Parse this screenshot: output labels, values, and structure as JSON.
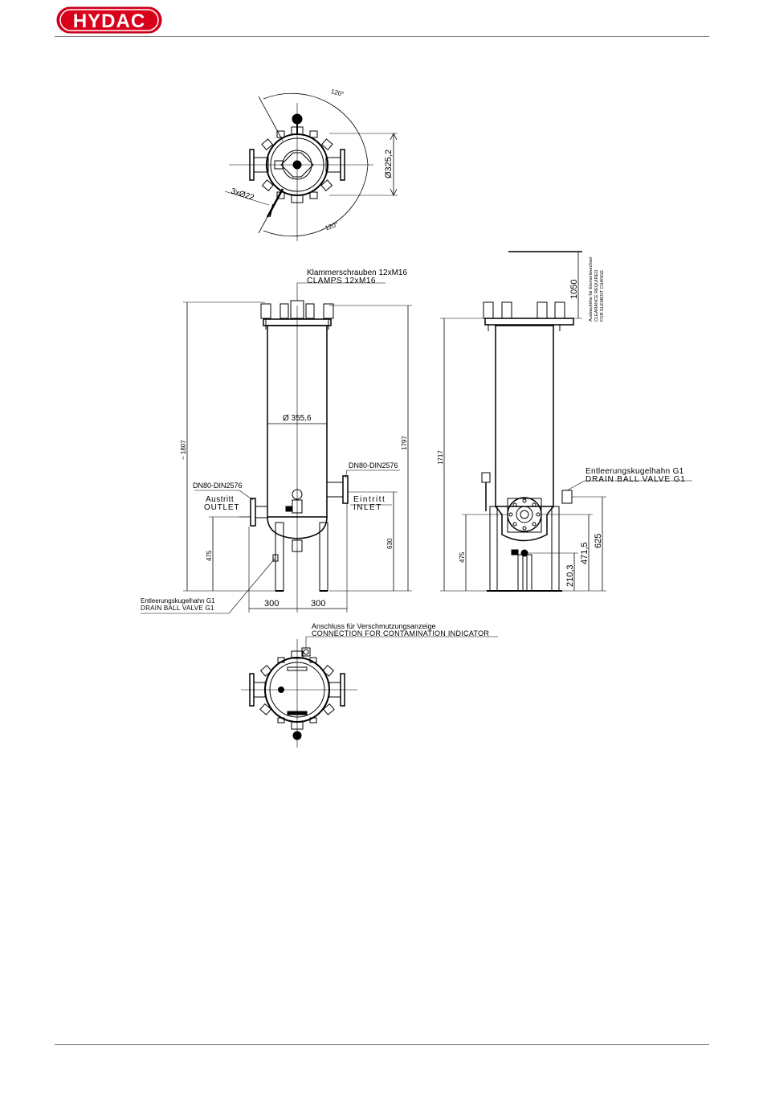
{
  "brand": {
    "logo_text": "HYDAC",
    "logo_color": "#d9001b"
  },
  "top_view": {
    "angle_top": "120°",
    "angle_bottom": "120°",
    "diameter": "Ø325,2",
    "holes": "3xØ22"
  },
  "side_view": {
    "clamps_de": "Klammerschrauben 12xM16",
    "clamps_en": "CLAMPS 12xM16",
    "shell_diameter": "Ø 355,6",
    "overall_height": "~ 1807",
    "height_1797": "1797",
    "flange_outlet": "DN80-DIN2576",
    "flange_inlet": "DN80-DIN2576",
    "outlet_de": "Austritt",
    "outlet_en": "OUTLET",
    "inlet_de": "Eintritt",
    "inlet_en": "INLET",
    "outlet_height": "475",
    "inlet_height": "630",
    "drain_de": "Entleerungskugelhahn G1",
    "drain_en": "DRAIN BALL VALVE G1",
    "width_left": "300",
    "width_right": "300"
  },
  "front_view": {
    "clearance_value": "1050",
    "clearance_de": "Ausbauhöhe für Elementwechsel",
    "clearance_en1": "CLEARANCE REQUIRED",
    "clearance_en2": "FOR ELEMENT CHANGE",
    "height_1717": "1717",
    "height_475": "475",
    "height_210": "210,3",
    "height_471": "471,5",
    "height_625": "625",
    "drain_de": "Entleerungskugelhahn G1",
    "drain_en": "DRAIN BALL VALVE G1"
  },
  "bottom_view": {
    "indicator_de": "Anschluss für Verschmutzungsanzeige",
    "indicator_en": "CONNECTION FOR CONTAMINATION INDICATOR"
  }
}
